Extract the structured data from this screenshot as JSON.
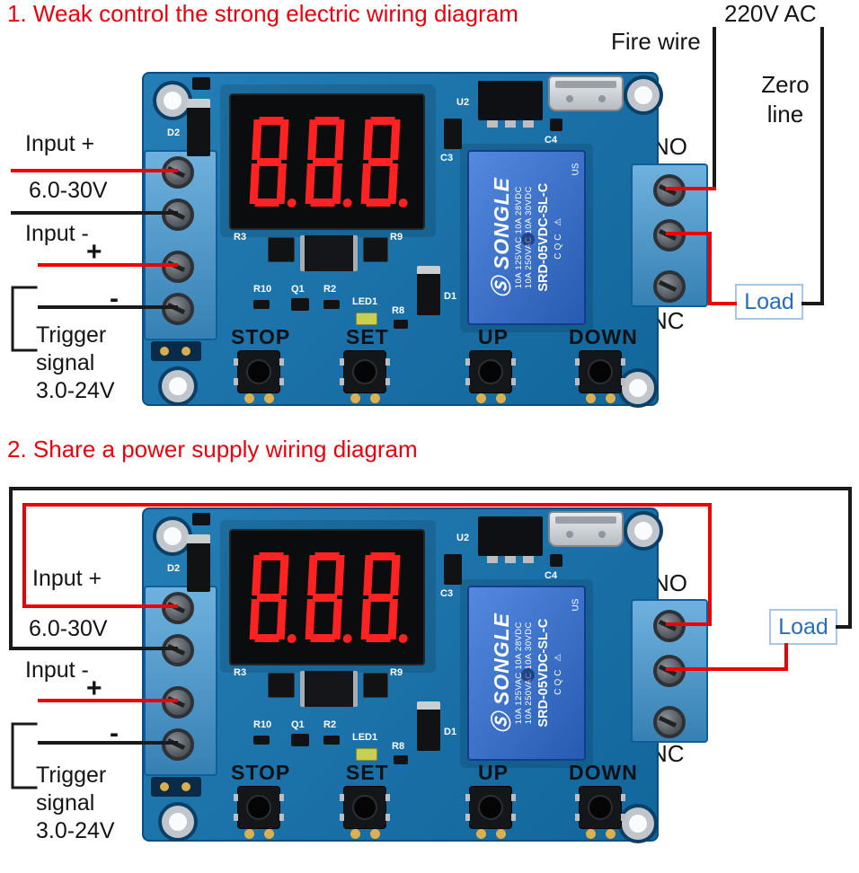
{
  "colors": {
    "heading_red": "#e8000d",
    "wire_red": "#ee0000",
    "wire_black": "#1a1a1a",
    "pcb_blue": "#1474b0",
    "terminal_blue": "#3f97d3",
    "relay_blue": "#2e6fd8",
    "load_text_blue": "#2b6cb5",
    "display_red": "#ff2222"
  },
  "sections": [
    {
      "heading": "1. Weak control the strong electric wiring diagram",
      "annotations": {
        "supply": "220V AC",
        "fire_wire": "Fire wire",
        "zero_line_1": "Zero",
        "zero_line_2": "line",
        "input_plus": "Input +",
        "input_range": "6.0-30V",
        "input_minus": "Input -",
        "trigger_plus": "+",
        "trigger_minus": "-",
        "trigger_line1": "Trigger",
        "trigger_line2": "signal",
        "trigger_line3": "3.0-24V",
        "no_label": "NO",
        "nc_label": "NC",
        "load": "Load"
      }
    },
    {
      "heading": "2. Share a power supply wiring diagram",
      "annotations": {
        "input_plus": "Input +",
        "input_range": "6.0-30V",
        "input_minus": "Input -",
        "trigger_plus": "+",
        "trigger_minus": "-",
        "trigger_line1": "Trigger",
        "trigger_line2": "signal",
        "trigger_line3": "3.0-24V",
        "no_label": "NO",
        "nc_label": "NC",
        "load": "Load"
      }
    }
  ],
  "board": {
    "display_value": "888",
    "buttons": [
      "STOP",
      "SET",
      "UP",
      "DOWN"
    ],
    "silkscreen": {
      "d2": "D2",
      "r3": "R3",
      "r9": "R9",
      "r10": "R10",
      "q1": "Q1",
      "r2": "R2",
      "led1": "LED1",
      "r8": "R8",
      "d1": "D1",
      "c3": "C3",
      "c4": "C4",
      "u2": "U2"
    },
    "relay": {
      "logo": "Ⓢ",
      "brand": "SONGLE",
      "rating_line1": "10A 125VAC  10A 28VDC",
      "rating_line2": "10A 250VAC  10A 30VDC",
      "model": "SRD-05VDC-SL-C",
      "certs": "CQC ⚠",
      "ul_mark": "US"
    }
  }
}
